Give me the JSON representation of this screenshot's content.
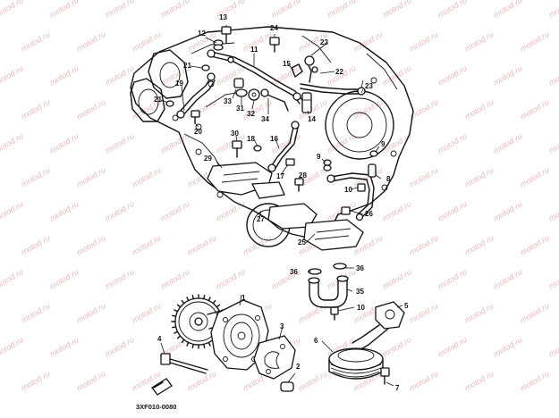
{
  "watermark": "motod.ru",
  "diagram_code": "3XF010-0080",
  "callouts": [
    "1",
    "2",
    "3",
    "4",
    "5",
    "6",
    "7",
    "8",
    "9",
    "9",
    "10",
    "10",
    "11",
    "12",
    "13",
    "14",
    "15",
    "16",
    "17",
    "18",
    "19",
    "20",
    "21",
    "21",
    "22",
    "23",
    "23",
    "24",
    "25",
    "26",
    "27",
    "28",
    "29",
    "30",
    "31",
    "32",
    "33",
    "34",
    "35",
    "36",
    "36"
  ],
  "colors": {
    "line": "#111111",
    "watermark": "#e7bcbc",
    "background": "#ffffff"
  }
}
